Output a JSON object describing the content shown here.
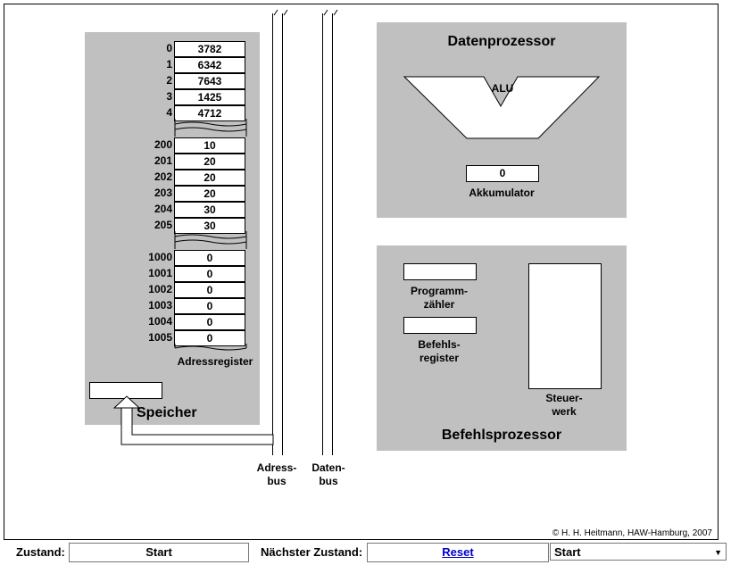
{
  "memory": {
    "title": "Speicher",
    "address_register_label": "Adressregister",
    "group1": [
      {
        "addr": "0",
        "val": "3782"
      },
      {
        "addr": "1",
        "val": "6342"
      },
      {
        "addr": "2",
        "val": "7643"
      },
      {
        "addr": "3",
        "val": "1425"
      },
      {
        "addr": "4",
        "val": "4712"
      }
    ],
    "group2": [
      {
        "addr": "200",
        "val": "10"
      },
      {
        "addr": "201",
        "val": "20"
      },
      {
        "addr": "202",
        "val": "20"
      },
      {
        "addr": "203",
        "val": "20"
      },
      {
        "addr": "204",
        "val": "30"
      },
      {
        "addr": "205",
        "val": "30"
      }
    ],
    "group3": [
      {
        "addr": "1000",
        "val": "0"
      },
      {
        "addr": "1001",
        "val": "0"
      },
      {
        "addr": "1002",
        "val": "0"
      },
      {
        "addr": "1003",
        "val": "0"
      },
      {
        "addr": "1004",
        "val": "0"
      },
      {
        "addr": "1005",
        "val": "0"
      }
    ]
  },
  "bus": {
    "address_label_1": "Adress-",
    "address_label_2": "bus",
    "data_label_1": "Daten-",
    "data_label_2": "bus"
  },
  "data_processor": {
    "title": "Datenprozessor",
    "alu_label": "ALU",
    "accumulator_value": "0",
    "accumulator_label": "Akkumulator"
  },
  "instruction_processor": {
    "title": "Befehlsprozessor",
    "pc_label_1": "Programm-",
    "pc_label_2": "zähler",
    "ir_label_1": "Befehls-",
    "ir_label_2": "register",
    "cu_label_1": "Steuer-",
    "cu_label_2": "werk"
  },
  "copyright": "© H. H. Heitmann, HAW-Hamburg, 2007",
  "statusbar": {
    "state_label": "Zustand:",
    "state_value": "Start",
    "next_state_label": "Nächster Zustand:",
    "reset_label": "Reset",
    "select_value": "Start"
  },
  "colors": {
    "panel": "#c0c0c0",
    "link": "#0000cc"
  }
}
